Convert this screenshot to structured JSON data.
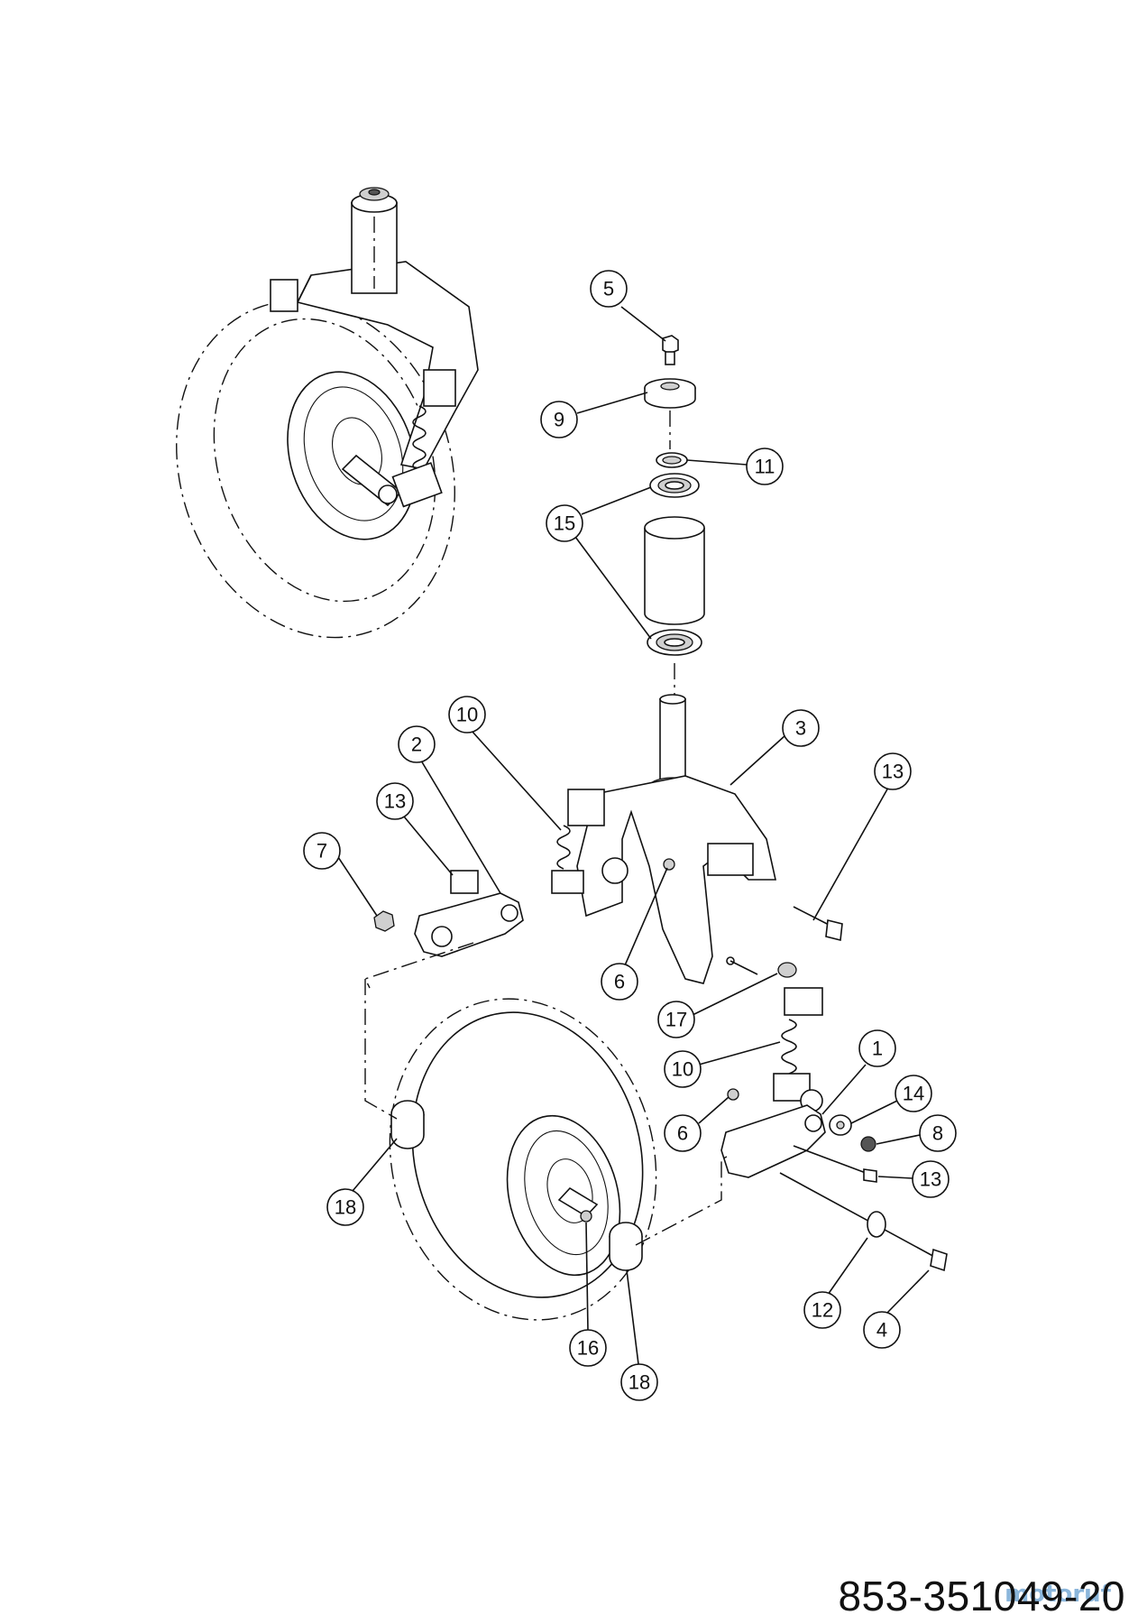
{
  "diagram": {
    "callouts": [
      "5",
      "9",
      "11",
      "15",
      "10",
      "2",
      "3",
      "13",
      "13",
      "7",
      "6",
      "17",
      "10",
      "1",
      "14",
      "6",
      "8",
      "13",
      "18",
      "12",
      "4",
      "16",
      "18"
    ],
    "document_number": "853-351049-20",
    "watermark": "motoruf"
  }
}
